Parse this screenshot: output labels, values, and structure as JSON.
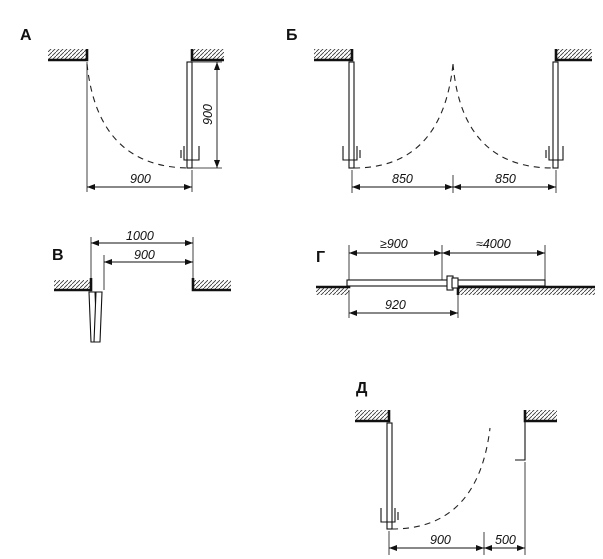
{
  "panels": [
    {
      "id": "a",
      "label": "А",
      "dimensions": [
        "900",
        "900"
      ]
    },
    {
      "id": "b",
      "label": "Б",
      "dimensions": [
        "850",
        "850"
      ]
    },
    {
      "id": "v",
      "label": "В",
      "dimensions": [
        "1000",
        "900"
      ]
    },
    {
      "id": "g",
      "label": "Г",
      "dimensions": [
        "≥900",
        "≈4000",
        "920"
      ]
    },
    {
      "id": "d",
      "label": "Д",
      "dimensions": [
        "900",
        "500"
      ]
    }
  ]
}
